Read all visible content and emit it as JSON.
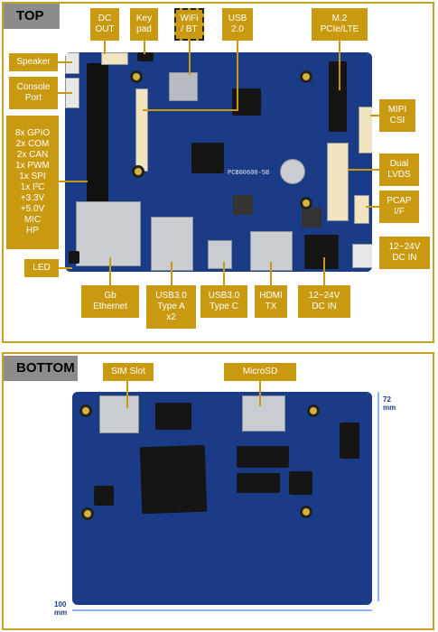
{
  "top": {
    "header": "TOP",
    "labels": {
      "dc_out": "DC\nOUT",
      "keypad": "Key\npad",
      "wifi": "WiFi\n/ BT",
      "usb20": "USB\n2.0",
      "m2": "M.2\nPCIe/LTE",
      "speaker": "Speaker",
      "console": "Console\nPort",
      "mipi": "MIPI\nCSI",
      "gpio": "8x GPIO\n2x COM\n2x CAN\n1x PWM\n1x SPI\n1x I²C\n+3.3V\n+5.0V\nMIC\nHP",
      "dual_lvds": "Dual\nLVDS",
      "pcap": "PCAP\nI/F",
      "dcin_right": "12~24V\nDC IN",
      "led": "LED",
      "gb_eth": "Gb\nEthernet",
      "usb30a": "USB3.0\nType A\nx2",
      "usb30c": "USB3.0\nType C",
      "hdmi": "HDMI\nTX",
      "dcin_bottom": "12~24V\nDC IN"
    },
    "board_text": "PCB00600-5B"
  },
  "bottom": {
    "header": "BOTTOM",
    "labels": {
      "sim": "SIM Slot",
      "microsd": "MicroSD"
    },
    "dims": {
      "height": "72\nmm",
      "width": "100\nmm"
    }
  },
  "colors": {
    "accent": "#c99a10",
    "board": "#1a3b86",
    "border": "#c8a022"
  }
}
